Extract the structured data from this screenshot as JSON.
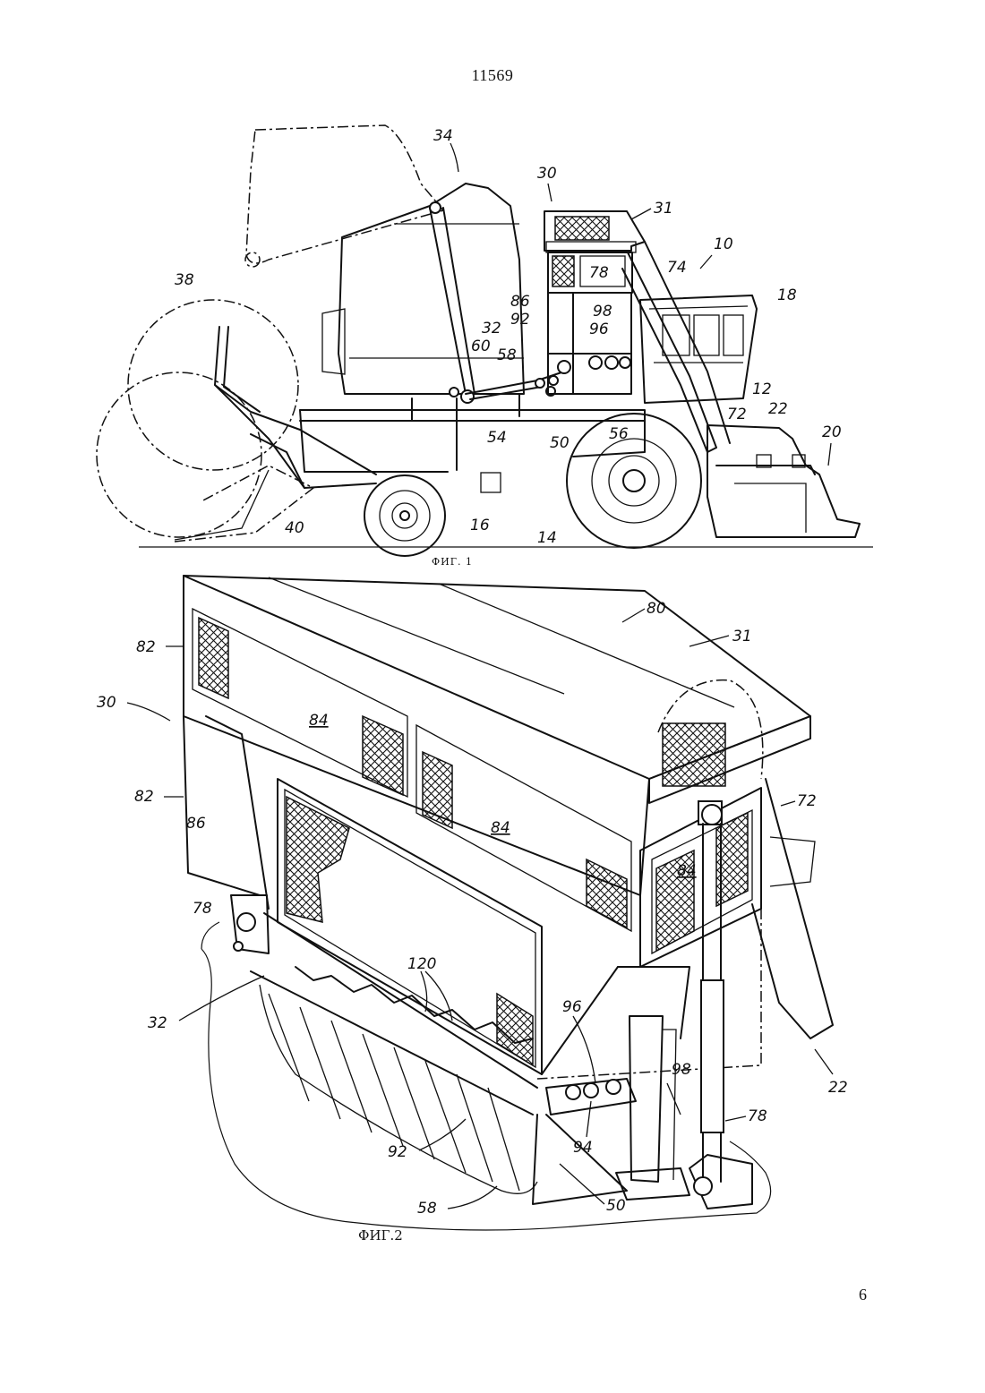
{
  "header": {
    "doc_number": "11569"
  },
  "footer": {
    "page_number": "6"
  },
  "figure1": {
    "caption": "ФИГ. 1",
    "labels": {
      "l34": "34",
      "l30": "30",
      "l31": "31",
      "l10": "10",
      "l74": "74",
      "l78": "78",
      "l18": "18",
      "l38": "38",
      "l86": "86",
      "l92": "92",
      "l98": "98",
      "l96": "96",
      "l32": "32",
      "l60": "60",
      "l58": "58",
      "l12": "12",
      "l72": "72",
      "l22": "22",
      "l20": "20",
      "l54": "54",
      "l50": "50",
      "l56": "56",
      "l40": "40",
      "l16": "16",
      "l14": "14"
    }
  },
  "figure2": {
    "caption": "ФИГ.2",
    "labels": {
      "l80": "80",
      "l31": "31",
      "l82a": "82",
      "l30": "30",
      "l84a": "84",
      "l82b": "82",
      "l72": "72",
      "l86": "86",
      "l84b": "84",
      "l84c": "84",
      "l78a": "78",
      "l120": "120",
      "l96": "96",
      "l32": "32",
      "l22": "22",
      "l98": "98",
      "l78b": "78",
      "l94": "94",
      "l92": "92",
      "l58": "58",
      "l50": "50"
    }
  }
}
